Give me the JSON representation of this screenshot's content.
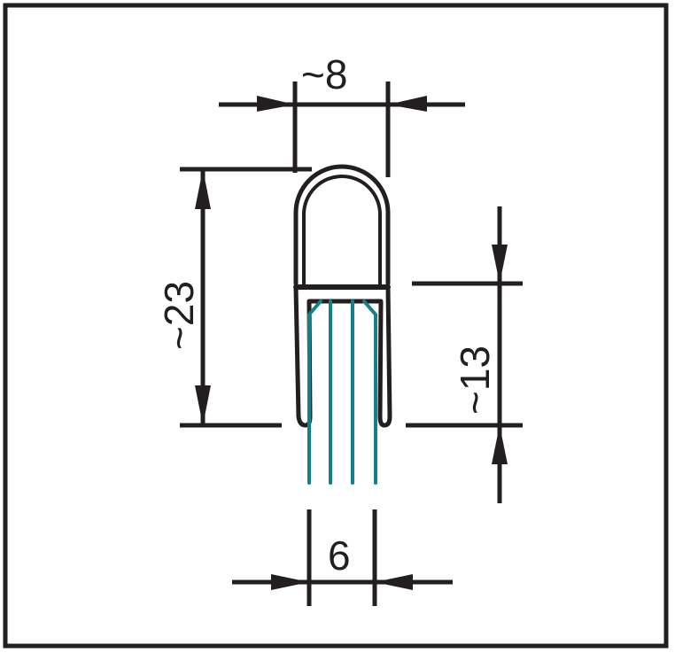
{
  "diagram": {
    "type": "technical-profile-drawing",
    "description": "U-shaped seal profile cross-section with insert strips",
    "colors": {
      "line": "#231f20",
      "insert": "#13808a",
      "background": "#ffffff"
    },
    "dimensions": {
      "top_width": {
        "label": "~8",
        "orientation": "horizontal"
      },
      "total_height": {
        "label": "~23",
        "orientation": "vertical"
      },
      "insert_height": {
        "label": "~13",
        "orientation": "vertical"
      },
      "bottom_width": {
        "label": "6",
        "orientation": "horizontal"
      }
    }
  }
}
